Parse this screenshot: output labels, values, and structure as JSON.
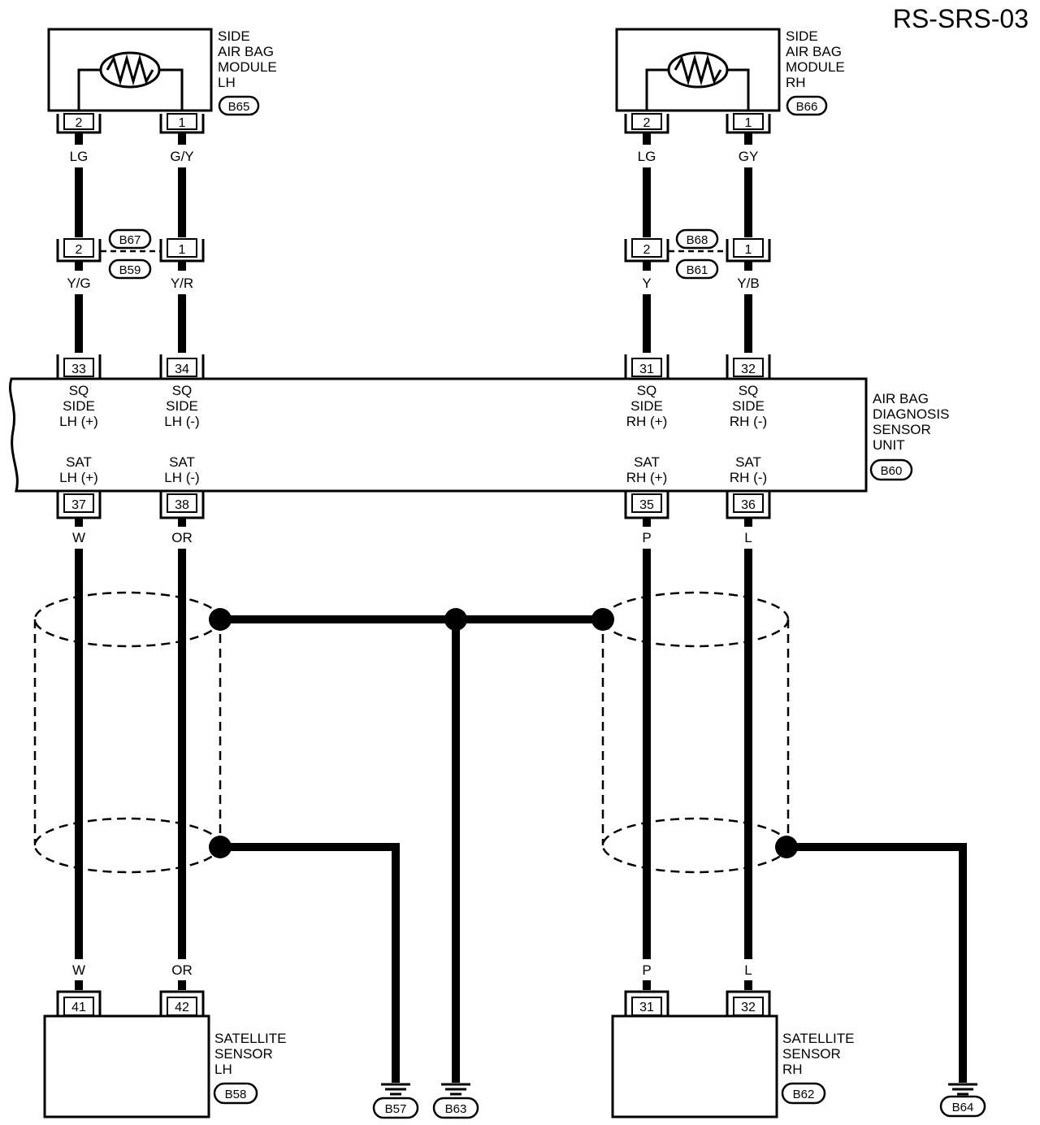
{
  "diagram_id": "RS-SRS-03",
  "modules": {
    "lh": {
      "lines": [
        "SIDE",
        "AIR BAG",
        "MODULE",
        "LH"
      ],
      "connector": "B65",
      "pins": [
        "2",
        "1"
      ]
    },
    "rh": {
      "lines": [
        "SIDE",
        "AIR BAG",
        "MODULE",
        "RH"
      ],
      "connector": "B66",
      "pins": [
        "2",
        "1"
      ]
    }
  },
  "upper_wire_colors": {
    "lh": [
      "LG",
      "G/Y"
    ],
    "rh": [
      "LG",
      "GY"
    ]
  },
  "junctions": {
    "lh": {
      "connectors": [
        "B67",
        "B59"
      ],
      "pins": [
        "2",
        "1"
      ]
    },
    "rh": {
      "connectors": [
        "B68",
        "B61"
      ],
      "pins": [
        "2",
        "1"
      ]
    }
  },
  "mid_wire_colors": {
    "lh": [
      "Y/G",
      "Y/R"
    ],
    "rh": [
      "Y",
      "Y/B"
    ]
  },
  "control_unit": {
    "lines": [
      "AIR BAG",
      "DIAGNOSIS",
      "SENSOR",
      "UNIT"
    ],
    "connector": "B60",
    "top_pins": [
      "33",
      "34",
      "31",
      "32"
    ],
    "top_labels": [
      [
        "SQ",
        "SIDE",
        "LH (+)"
      ],
      [
        "SQ",
        "SIDE",
        "LH (-)"
      ],
      [
        "SQ",
        "SIDE",
        "RH (+)"
      ],
      [
        "SQ",
        "SIDE",
        "RH (-)"
      ]
    ],
    "bottom_labels": [
      [
        "SAT",
        "LH (+)"
      ],
      [
        "SAT",
        "LH (-)"
      ],
      [
        "SAT",
        "RH (+)"
      ],
      [
        "SAT",
        "RH (-)"
      ]
    ],
    "bottom_pins": [
      "37",
      "38",
      "35",
      "36"
    ]
  },
  "lower_wire_colors": [
    "W",
    "OR",
    "P",
    "L"
  ],
  "sensors": {
    "lh": {
      "lines": [
        "SATELLITE",
        "SENSOR",
        "LH"
      ],
      "connector": "B58",
      "pins": [
        "41",
        "42"
      ],
      "wire_colors": [
        "W",
        "OR"
      ]
    },
    "rh": {
      "lines": [
        "SATELLITE",
        "SENSOR",
        "RH"
      ],
      "connector": "B62",
      "pins": [
        "31",
        "32"
      ],
      "wire_colors": [
        "P",
        "L"
      ]
    }
  },
  "grounds": [
    "B57",
    "B63",
    "B64"
  ]
}
